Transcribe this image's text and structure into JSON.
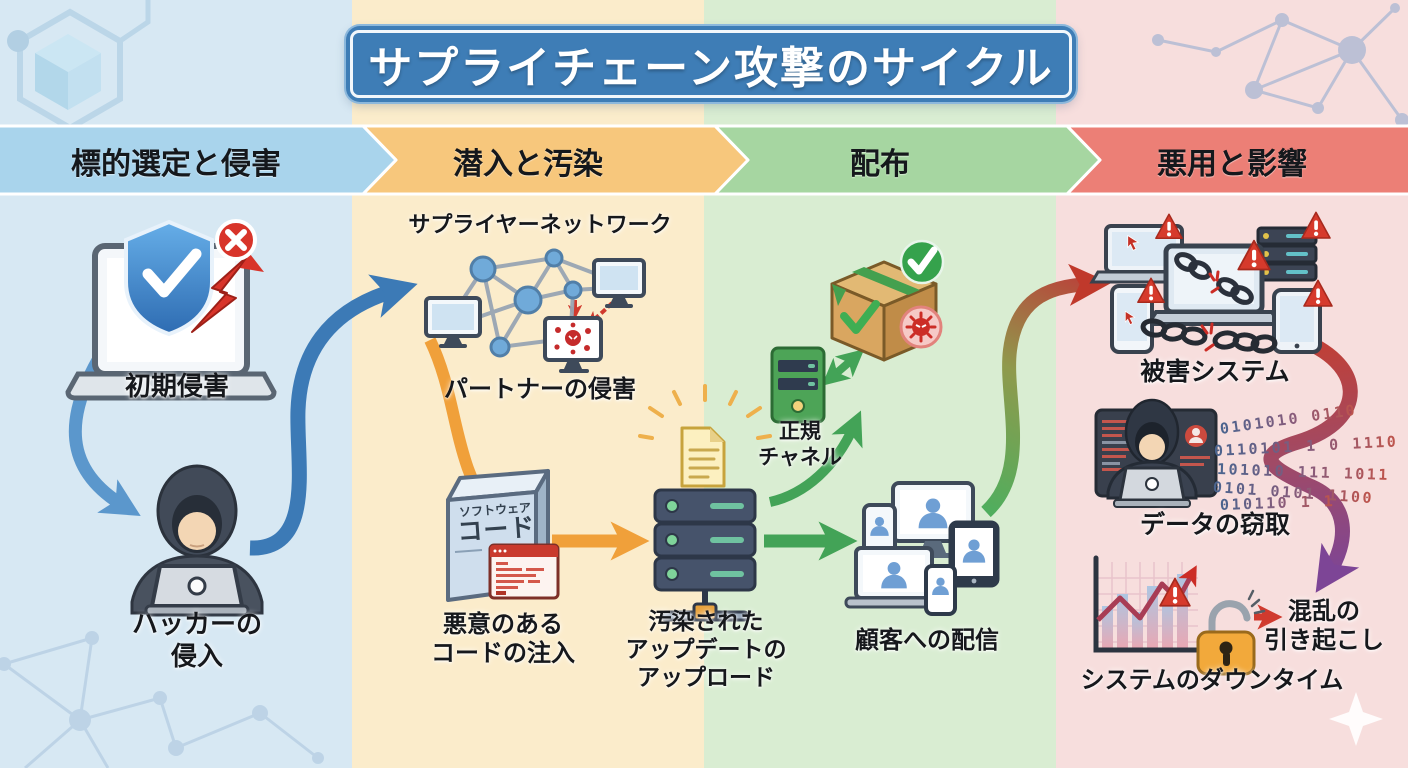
{
  "title": "サプライチェーン攻撃のサイクル",
  "stages": [
    {
      "header": "標的選定と侵害",
      "items": {
        "initial_breach": "初期侵害",
        "hacker_intrusion": "ハッカーの\n侵入"
      }
    },
    {
      "header": "潜入と汚染",
      "network_title": "サプライヤーネットワーク",
      "items": {
        "partner_breach": "パートナーの侵害",
        "malicious_code": "悪意のある\nコードの注入"
      },
      "software_box": {
        "line1": "ソフトウェア",
        "line2": "コード"
      }
    },
    {
      "header": "配布",
      "items": {
        "legit_channel": "正規\nチャネル",
        "tainted_update": "汚染された\nアップデートの\nアップロード",
        "customer_delivery": "顧客への配信"
      }
    },
    {
      "header": "悪用と影響",
      "items": {
        "victim_systems": "被害システム",
        "data_theft": "データの窃取",
        "system_downtime": "システムのダウンタイム",
        "disruption": "混乱の\n引き起こし"
      }
    }
  ],
  "binary_stream": [
    "0101010 0110",
    "0110101 1 0 1110",
    "101010 111 1011",
    "0101 0101 1100",
    "010110 1 1"
  ],
  "colors": {
    "stage1_header": "#a9d4ec",
    "stage1_bg": "#d7e8f3",
    "stage2_header": "#f7c77c",
    "stage2_bg": "#fbeccb",
    "stage3_header": "#a6d6a1",
    "stage3_bg": "#d9edd2",
    "stage4_header": "#ec7f76",
    "stage4_bg": "#f7dedd",
    "title_banner": "#3e7db6",
    "arrow_blue": "#3c7ab6",
    "arrow_orange": "#f0a03a",
    "arrow_green": "#43a357",
    "arrow_red": "#c0392b",
    "arrow_purple": "#7d4596",
    "alert_red": "#d63a2c"
  }
}
